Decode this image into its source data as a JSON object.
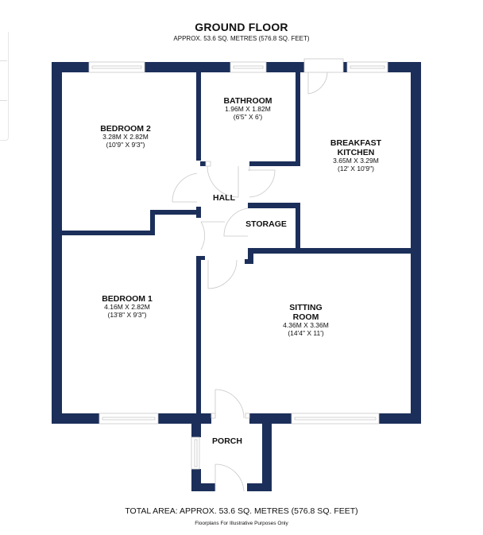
{
  "header": {
    "title": "GROUND FLOOR",
    "subtitle": "APPROX. 53.6 SQ. METRES (576.8 SQ. FEET)"
  },
  "colors": {
    "wall": "#1c2f5a",
    "background": "#ffffff",
    "fixture_line": "#c8c8c8"
  },
  "rooms": [
    {
      "id": "bedroom-2",
      "name": "BEDROOM 2",
      "metric": "3.28M X 2.82M",
      "imperial": "(10'9\" X 9'3\")"
    },
    {
      "id": "bathroom",
      "name": "BATHROOM",
      "metric": "1.96M X 1.82M",
      "imperial": "(6'5\" X 6')"
    },
    {
      "id": "breakfast-kitchen",
      "name": "BREAKFAST KITCHEN",
      "name_line1": "BREAKFAST",
      "name_line2": "KITCHEN",
      "metric": "3.65M X 3.29M",
      "imperial": "(12' X 10'9\")"
    },
    {
      "id": "hall",
      "name": "HALL"
    },
    {
      "id": "storage",
      "name": "STORAGE"
    },
    {
      "id": "bedroom-1",
      "name": "BEDROOM 1",
      "metric": "4.16M X 2.82M",
      "imperial": "(13'8\" X 9'3\")"
    },
    {
      "id": "sitting-room",
      "name": "SITTING ROOM",
      "name_line1": "SITTING",
      "name_line2": "ROOM",
      "metric": "4.36M X 3.36M",
      "imperial": "(14'4\" X 11')"
    },
    {
      "id": "porch",
      "name": "PORCH"
    }
  ],
  "footer": {
    "total": "TOTAL AREA: APPROX. 53.6 SQ. METRES (576.8 SQ. FEET)",
    "note": "Floorplans For Illustrative Purposes Only"
  }
}
